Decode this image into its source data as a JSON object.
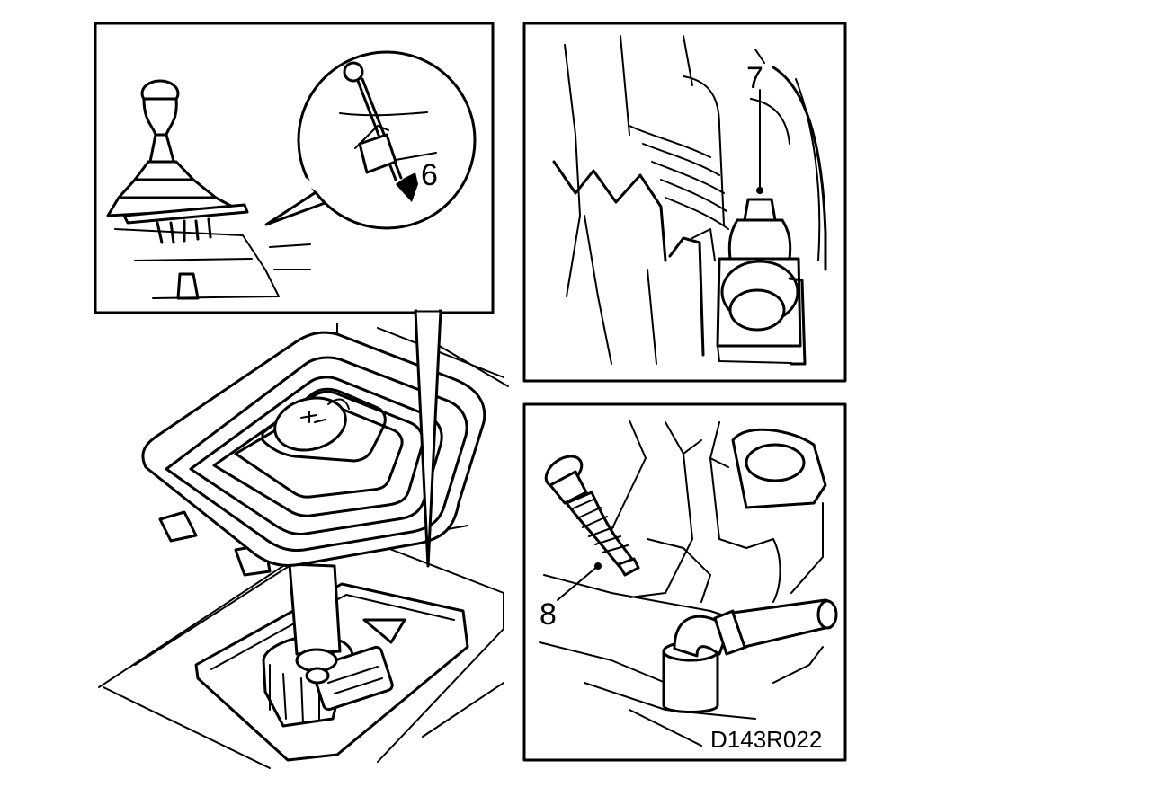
{
  "callouts": {
    "c6": "6",
    "c7": "7",
    "c8": "8"
  },
  "figure_code": "D143R022",
  "colors": {
    "line": "#000000",
    "background": "#ffffff"
  }
}
